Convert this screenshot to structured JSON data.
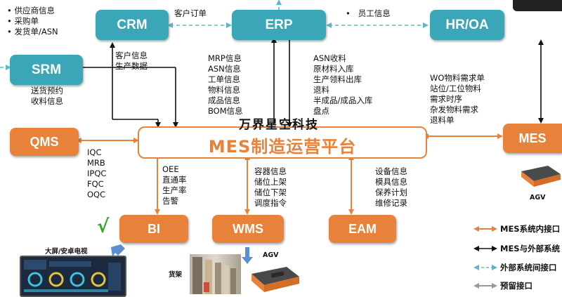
{
  "nodes": {
    "crm": "CRM",
    "erp": "ERP",
    "hroa": "HR/OA",
    "srm": "SRM",
    "qms": "QMS",
    "mes_right": "MES",
    "bi": "BI",
    "wms": "WMS",
    "eam": "EAM",
    "platform": "MES制造运营平台"
  },
  "watermark": "万界星空科技",
  "notes": {
    "top_left": [
      "供应商信息",
      "采购单",
      "发货单/ASN"
    ],
    "crm_erp": "客户订单",
    "erp_hr": "员工信息",
    "crm_down": [
      "客户信息",
      "生产数据"
    ],
    "srm_down": [
      "送货预约",
      "收料信息"
    ],
    "erp_left": [
      "MRP信息",
      "ASN信息",
      "工单信息",
      "物料信息",
      "成品信息",
      "BOM信息"
    ],
    "erp_right": [
      "ASN收料",
      "原材料入库",
      "生产领料出库",
      "退料",
      "半成品/成品入库",
      "盘点"
    ],
    "hr_mes": [
      "WO物料需求单",
      "站位/工位物料",
      "需求时序",
      "杂发物料需求",
      "退料单"
    ],
    "qms_down": [
      "IQC",
      "MRB",
      "IPQC",
      "FQC",
      "OQC"
    ],
    "bi_up": [
      "OEE",
      "直通率",
      "生产率",
      "告警"
    ],
    "wms_up": [
      "容器信息",
      "储位上架",
      "储位下架",
      "调度指令"
    ],
    "eam_up": [
      "设备信息",
      "模具信息",
      "保养计划",
      "维修记录"
    ]
  },
  "labels": {
    "screen": "大屏/安卓电视",
    "shelf": "货架",
    "agv_bottom": "AGV",
    "agv_right": "AGV",
    "check": "√"
  },
  "legend": [
    {
      "label": "MES系统内接口",
      "color": "#e8823a",
      "style": "solid"
    },
    {
      "label": "MES与外部系统",
      "color": "#111111",
      "style": "solid"
    },
    {
      "label": "外部系统间接口",
      "color": "#5cb8c8",
      "style": "dashed"
    },
    {
      "label": "预留接口",
      "color": "#999999",
      "style": "solid"
    }
  ],
  "colors": {
    "teal": "#3aa6b8",
    "orange": "#e8823a",
    "dashed": "#5cb8c8"
  }
}
